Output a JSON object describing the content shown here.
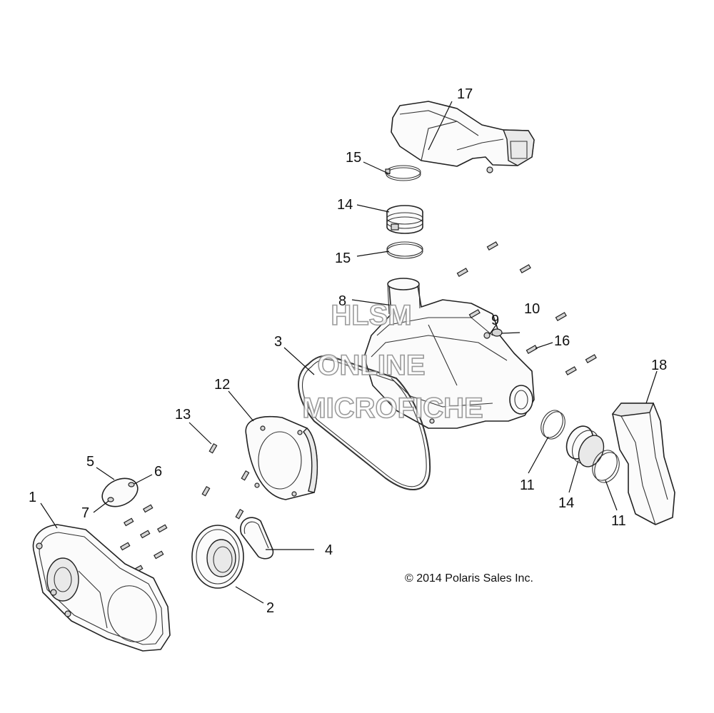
{
  "diagram": {
    "copyright": "© 2014 Polaris Sales Inc.",
    "watermark": [
      "HLSM",
      "ONLINE",
      "MICROFICHE"
    ],
    "callouts": [
      {
        "id": "c1",
        "text": "1"
      },
      {
        "id": "c2",
        "text": "2"
      },
      {
        "id": "c3",
        "text": "3"
      },
      {
        "id": "c4",
        "text": "4"
      },
      {
        "id": "c5",
        "text": "5"
      },
      {
        "id": "c6",
        "text": "6"
      },
      {
        "id": "c7",
        "text": "7"
      },
      {
        "id": "c8",
        "text": "8"
      },
      {
        "id": "c9",
        "text": "9"
      },
      {
        "id": "c10",
        "text": "10"
      },
      {
        "id": "c11a",
        "text": "11"
      },
      {
        "id": "c11b",
        "text": "11"
      },
      {
        "id": "c12",
        "text": "12"
      },
      {
        "id": "c13",
        "text": "13"
      },
      {
        "id": "c14a",
        "text": "14"
      },
      {
        "id": "c14b",
        "text": "14"
      },
      {
        "id": "c15a",
        "text": "15"
      },
      {
        "id": "c15b",
        "text": "15"
      },
      {
        "id": "c16",
        "text": "16"
      },
      {
        "id": "c17",
        "text": "17"
      },
      {
        "id": "c18",
        "text": "18"
      }
    ]
  }
}
